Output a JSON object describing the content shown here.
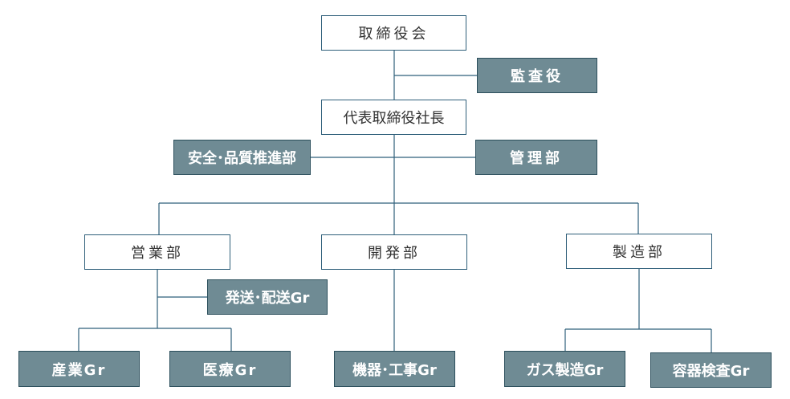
{
  "colors": {
    "line": "#2f5f7a",
    "filled_box": "#6f8b94",
    "outline_box": "#ffffff"
  },
  "org": {
    "board": "取締役会",
    "auditor": "監査役",
    "president": "代表取締役社長",
    "safety_quality": "安全･品質推進部",
    "management": "管理部",
    "sales": "営業部",
    "development": "開発部",
    "manufacturing": "製造部",
    "shipping_delivery": "発送･配送Gr",
    "industry": "産業Gr",
    "medical": "医療Gr",
    "equipment_construction": "機器･工事Gr",
    "gas_manufacturing": "ガス製造Gr",
    "container_inspection": "容器検査Gr"
  }
}
